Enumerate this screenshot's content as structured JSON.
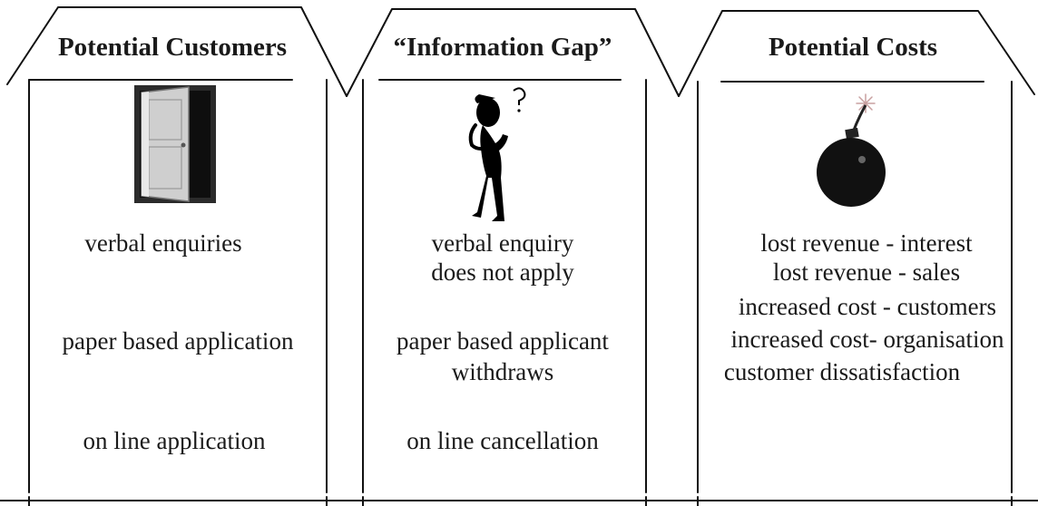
{
  "columns": [
    {
      "heading": "Potential Customers",
      "icon": "open-door-icon",
      "items": [
        "verbal enquiries",
        "paper based application",
        "on line application"
      ]
    },
    {
      "heading": "“Information Gap”",
      "icon": "confused-person-icon",
      "items": [
        "verbal enquiry",
        "does not apply",
        "paper based applicant",
        "withdraws",
        "on line cancellation"
      ]
    },
    {
      "heading": "Potential Costs",
      "icon": "bomb-icon",
      "items": [
        "lost revenue - interest",
        "lost revenue - sales",
        "increased cost - customers",
        "increased cost- organisation",
        "customer dissatisfaction"
      ]
    }
  ]
}
